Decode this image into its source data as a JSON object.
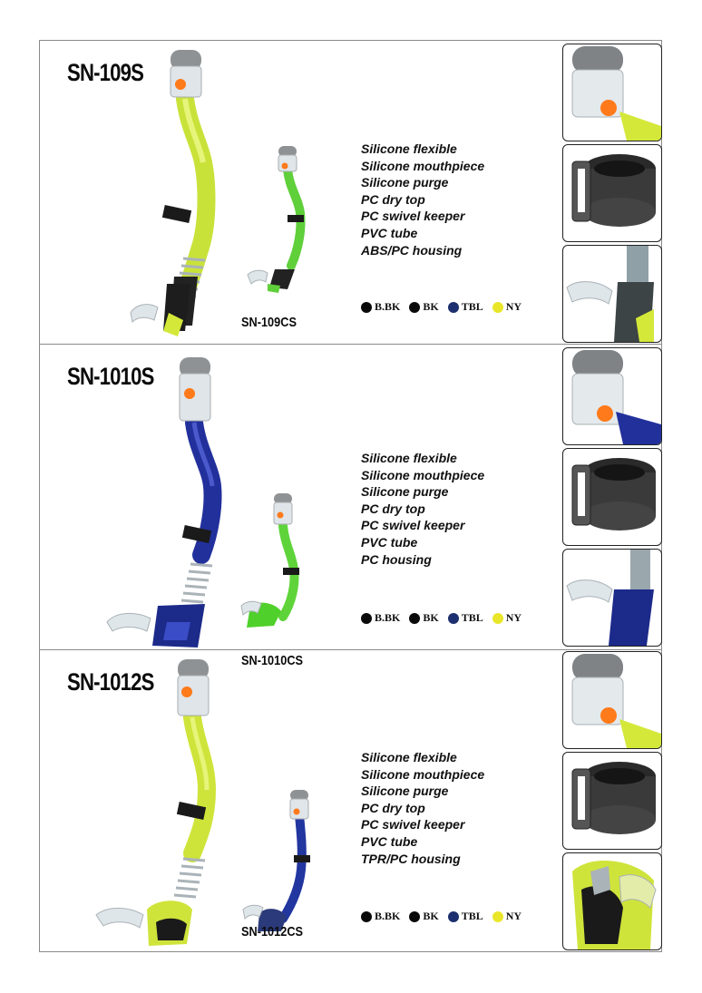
{
  "products": [
    {
      "model": "SN-109S",
      "child_model": "SN-109CS",
      "features": [
        "Silicone flexible",
        "Silicone mouthpiece",
        "Silicone purge",
        "PC dry top",
        "PC swivel keeper",
        "PVC tube",
        "ABS/PC housing"
      ],
      "main_color": "#d4e83a",
      "child_color": "#5fcf3a"
    },
    {
      "model": "SN-1010S",
      "child_model": "SN-1010CS",
      "features": [
        "Silicone flexible",
        "Silicone mouthpiece",
        "Silicone purge",
        "PC dry top",
        "PC swivel keeper",
        "PVC tube",
        "PC housing"
      ],
      "main_color": "#1f2f9c",
      "child_color": "#5fd43a"
    },
    {
      "model": "SN-1012S",
      "child_model": "SN-1012CS",
      "features": [
        "Silicone flexible",
        "Silicone mouthpiece",
        "Silicone purge",
        "PC dry top",
        "PC swivel keeper",
        "PVC tube",
        "TPR/PC housing"
      ],
      "main_color": "#d4e83a",
      "child_color": "#2236a0"
    }
  ],
  "color_options": [
    {
      "code": "B.BK",
      "hex": "#0a0a0a"
    },
    {
      "code": "BK",
      "hex": "#0a0a0a"
    },
    {
      "code": "TBL",
      "hex": "#1c2f6e"
    },
    {
      "code": "NY",
      "hex": "#e9e62a"
    }
  ]
}
